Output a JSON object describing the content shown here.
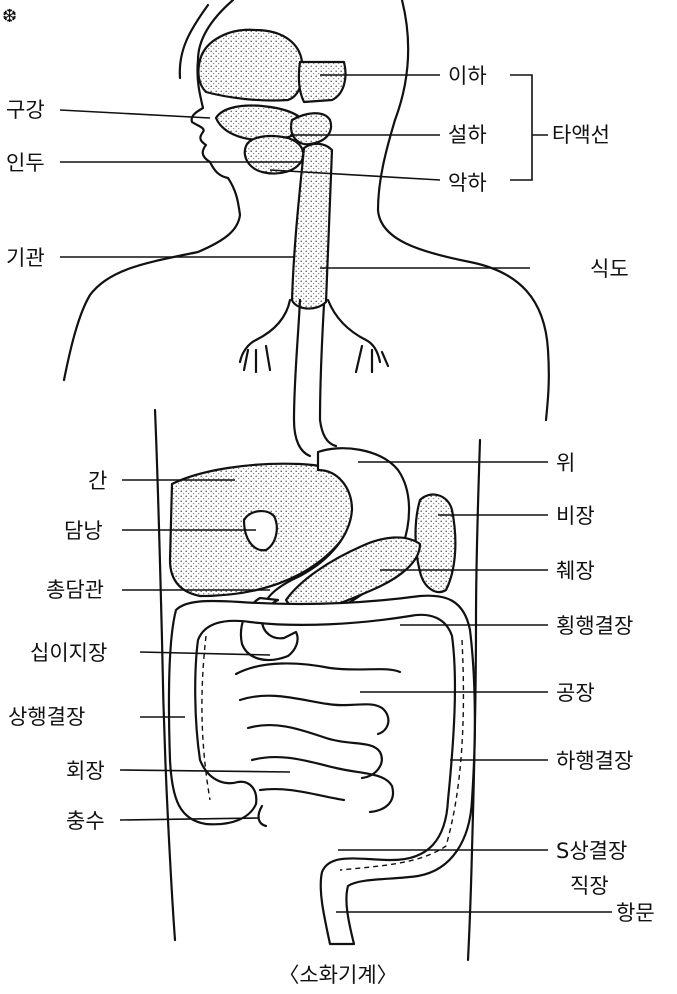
{
  "diagram": {
    "caption": "〈소화기계〉",
    "corner_mark": "❆",
    "left_labels": [
      "구강",
      "인두",
      "기관",
      "간",
      "담낭",
      "총담관",
      "십이지장",
      "상행결장",
      "회장",
      "충수"
    ],
    "right_labels": [
      "이하",
      "설하",
      "악하",
      "식도",
      "위",
      "비장",
      "췌장",
      "횡행결장",
      "공장",
      "하행결장",
      "S상결장",
      "직장",
      "항문"
    ],
    "bracket_label": "타액선"
  },
  "colors": {
    "ink": "#111111",
    "background": "#ffffff",
    "stipple": "#555555"
  }
}
